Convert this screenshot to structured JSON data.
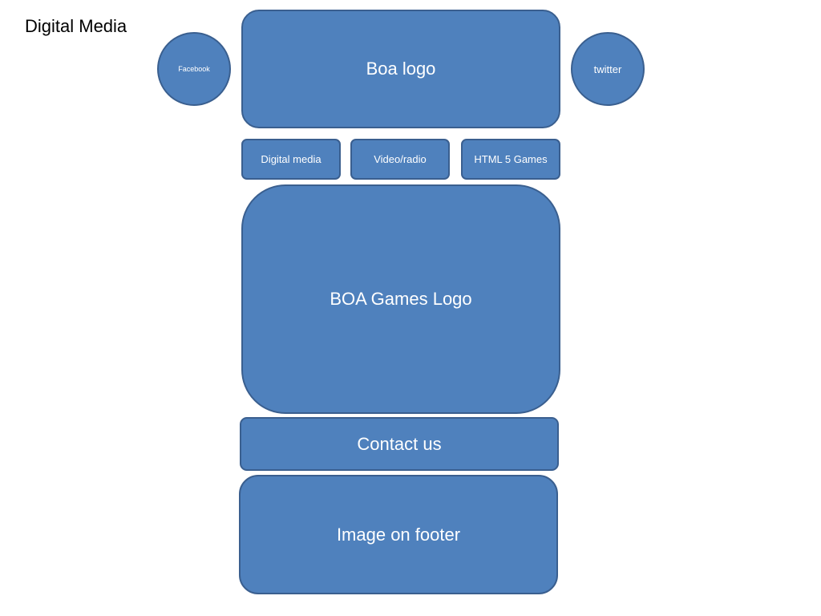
{
  "page": {
    "title": "Digital Media"
  },
  "social": {
    "facebook_label": "Facebook",
    "twitter_label": "twitter"
  },
  "header": {
    "logo_label": "Boa logo"
  },
  "nav": {
    "items": [
      {
        "label": "Digital media"
      },
      {
        "label": "Video/radio"
      },
      {
        "label": "HTML 5 Games"
      }
    ]
  },
  "main": {
    "games_logo_label": "BOA Games Logo"
  },
  "contact": {
    "label": "Contact us"
  },
  "footer": {
    "image_label": "Image on footer"
  },
  "colors": {
    "shape_fill": "#4f81bd",
    "shape_border": "#3a5f8f",
    "text_on_shape": "#ffffff",
    "page_text": "#000000",
    "background": "#ffffff"
  }
}
